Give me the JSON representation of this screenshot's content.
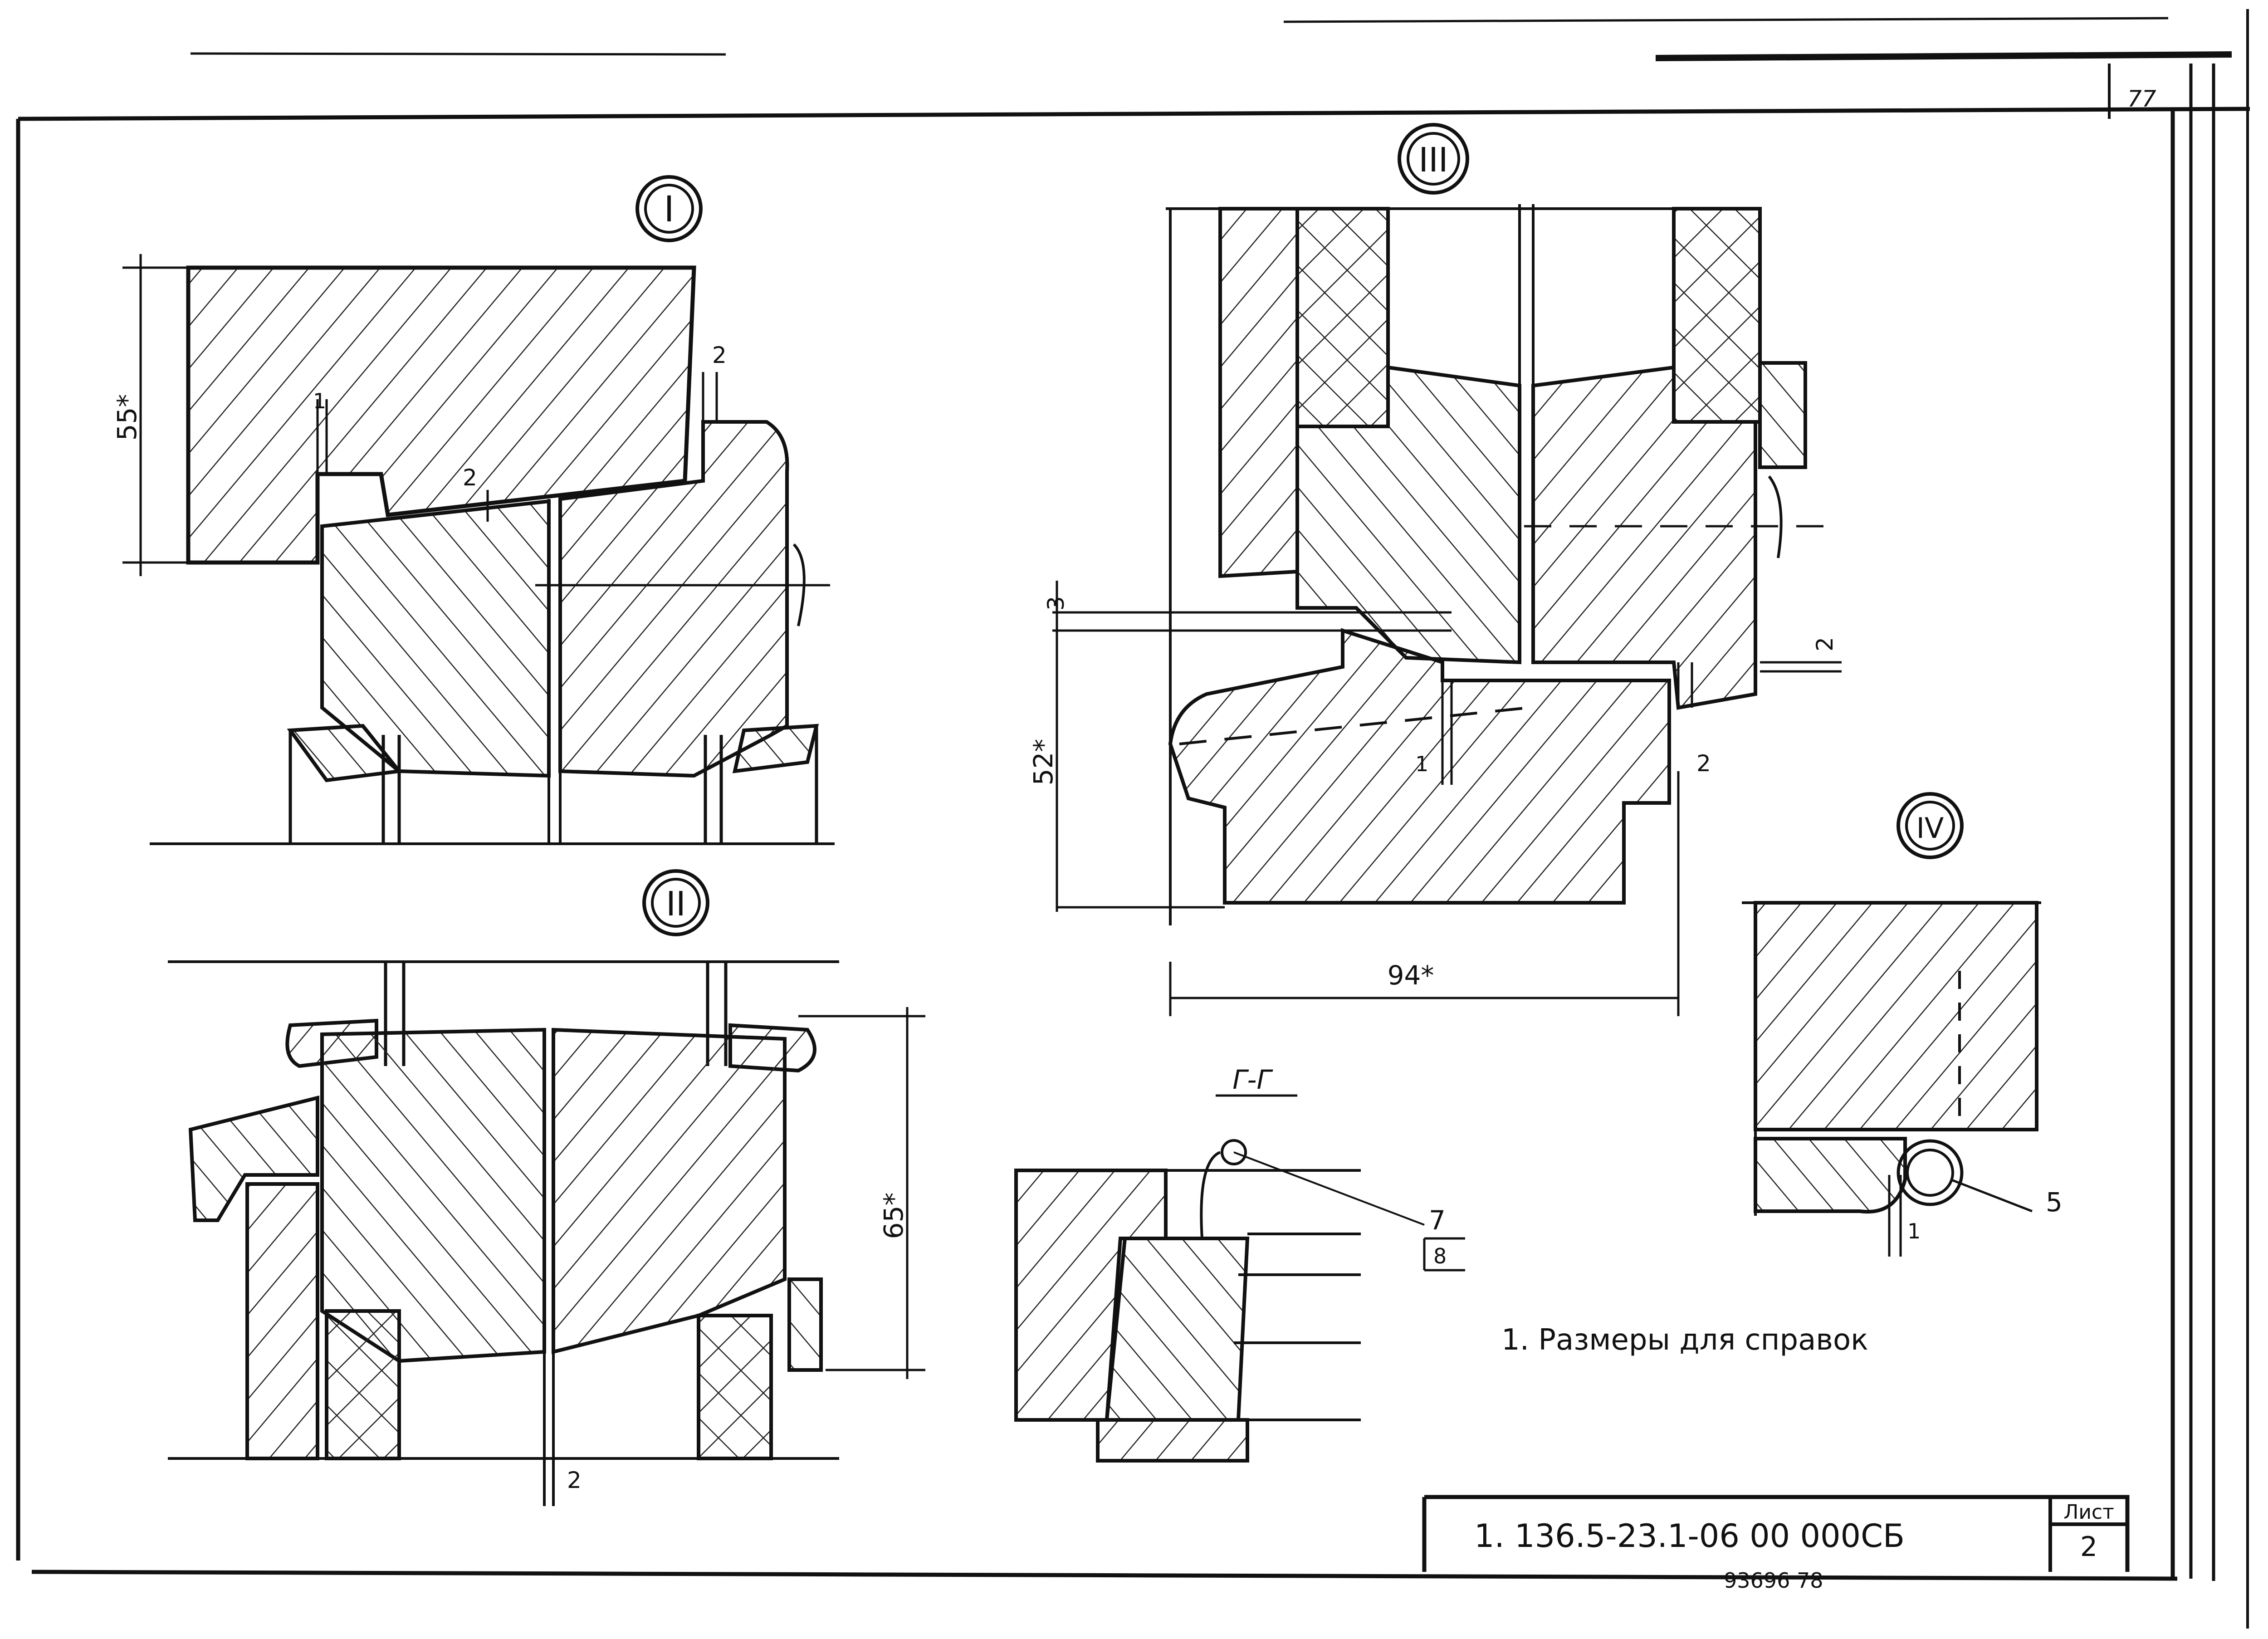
{
  "sheet": {
    "page_number": "77",
    "footer_fragment": "93696  78"
  },
  "views": {
    "I": "I",
    "II": "II",
    "III": "III",
    "IV": "IV"
  },
  "section_label": "Г-Г",
  "dimensions": {
    "d55": "55*",
    "d65": "65*",
    "d52": "52*",
    "d94": "94*",
    "i_2a": "2",
    "i_1": "1",
    "i_2b": "2",
    "ii_2": "2",
    "iii_3": "3",
    "iii_2a": "2",
    "iii_1": "1",
    "iii_2b": "2",
    "iv_1": "1"
  },
  "callouts": {
    "c7": "7",
    "c8": "8",
    "c5": "5"
  },
  "note": "1. Размеры для справок",
  "title_block": {
    "code": "1. 136.5-23.1-06 00 000СБ",
    "sheet_label": "Лист",
    "sheet_number": "2"
  }
}
